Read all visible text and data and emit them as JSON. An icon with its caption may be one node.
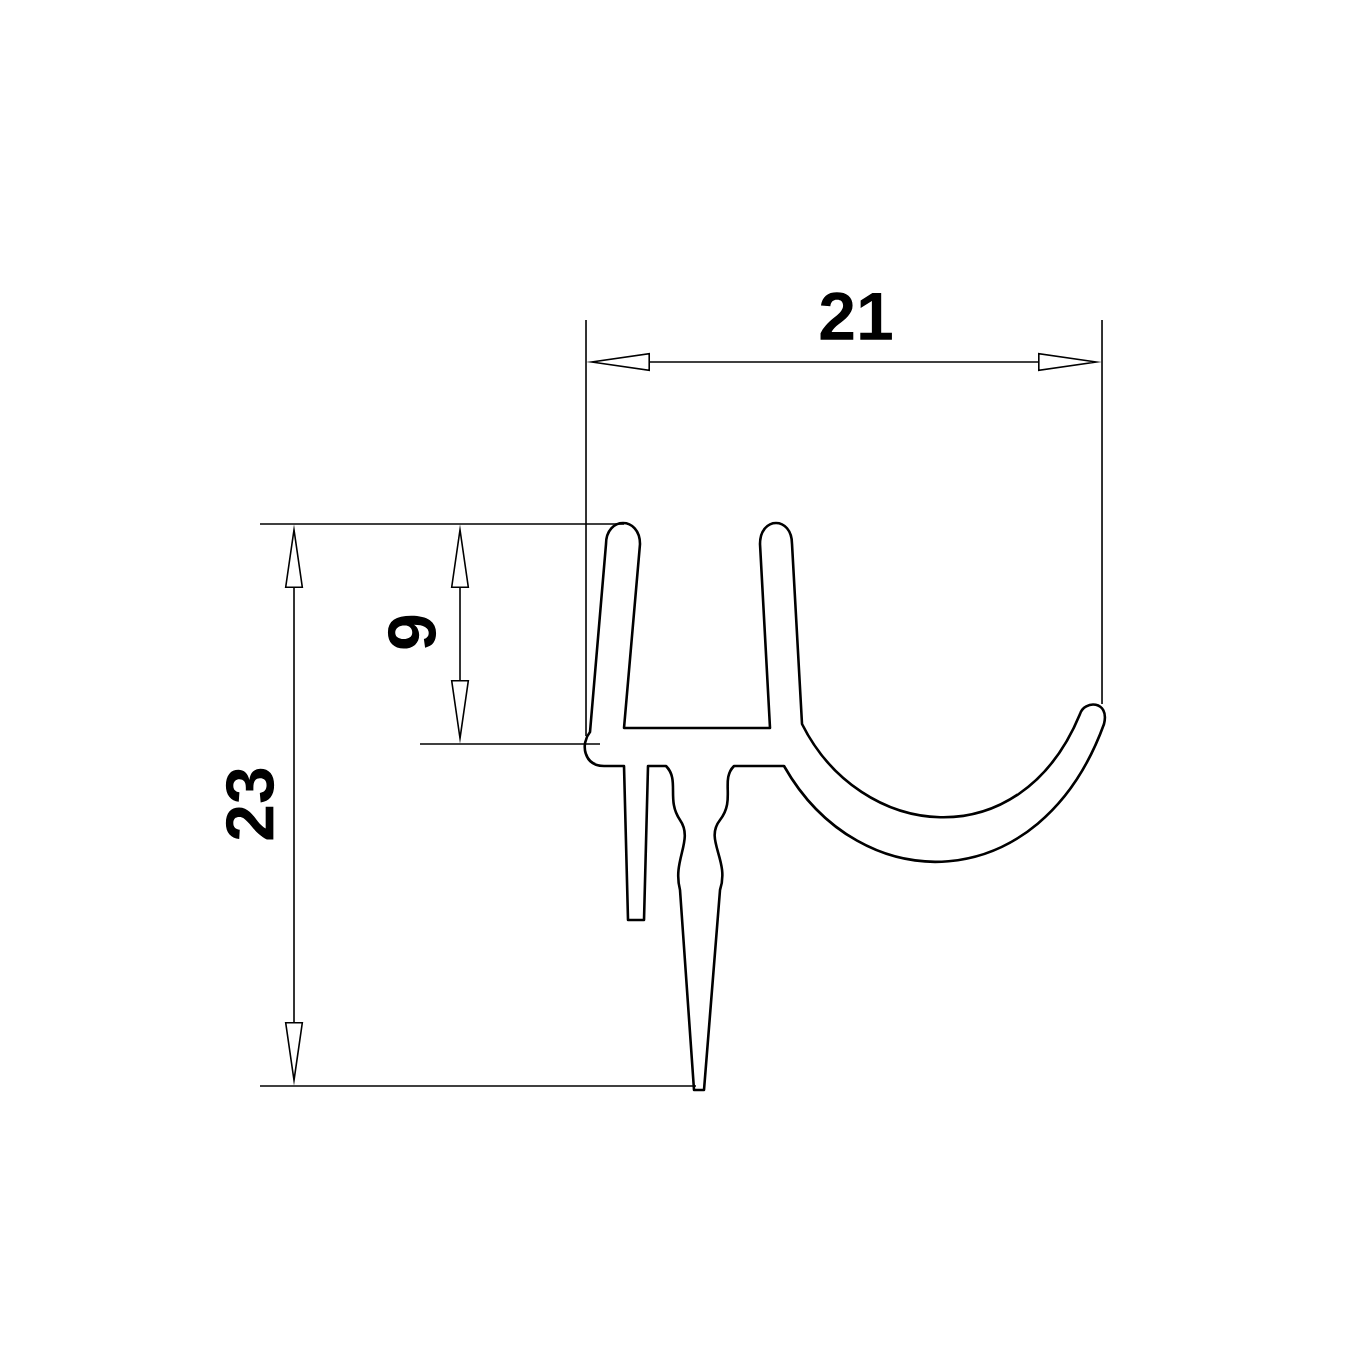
{
  "diagram": {
    "labels": [
      "21",
      "9",
      "23"
    ]
  }
}
